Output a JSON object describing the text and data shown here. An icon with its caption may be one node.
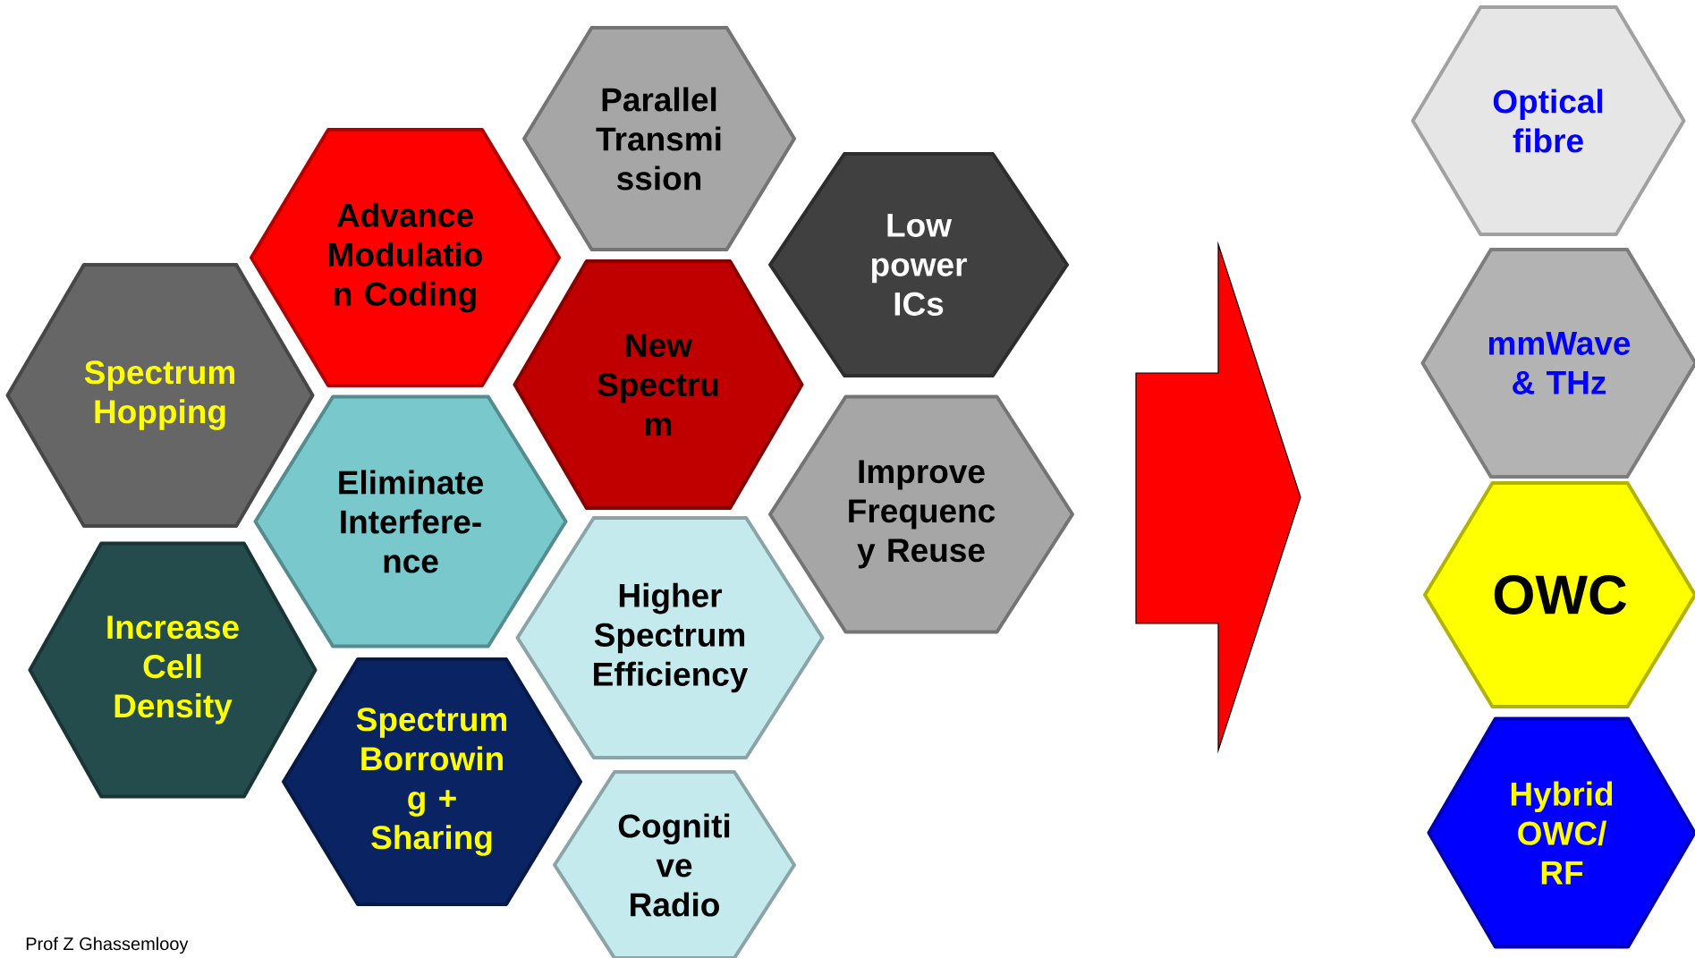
{
  "diagram": {
    "nodes": [
      {
        "text": [
          "Parallel Transmi ssion"
        ]
      },
      {
        "text": [
          "Advance Modulatio n Coding"
        ]
      },
      {
        "text": [
          "Low power ICs"
        ]
      },
      {
        "text": [
          "Spectrum Hopping"
        ]
      },
      {
        "text": [
          "New Spectru m"
        ]
      },
      {
        "text": [
          "Eliminate Interfere- nce"
        ]
      },
      {
        "text": [
          "Improve Frequenc y Reuse"
        ]
      },
      {
        "text": [
          "Increase Cell Density"
        ]
      },
      {
        "text": [
          "Higher Spectrum Efficiency"
        ]
      },
      {
        "text": [
          "Spectrum Borrowin g + Sharing"
        ]
      },
      {
        "text": [
          "Cogniti ve Radio"
        ]
      },
      {
        "text": [
          "Optical fibre"
        ]
      },
      {
        "text": [
          "mmWave & THz"
        ]
      },
      {
        "text": [
          "OWC"
        ]
      },
      {
        "text": [
          "Hybrid OWC/ RF"
        ]
      }
    ],
    "labels": [
      "Prof Z Ghassemlooy"
    ]
  }
}
